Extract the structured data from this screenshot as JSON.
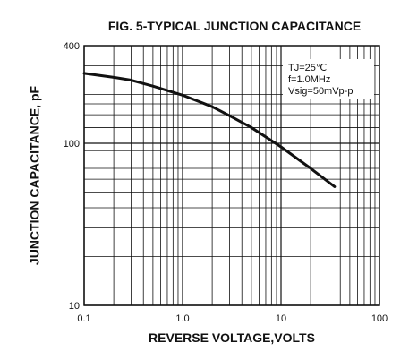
{
  "chart_data": {
    "type": "line",
    "title": "FIG. 5-TYPICAL JUNCTION CAPACITANCE",
    "xlabel": "REVERSE VOLTAGE,VOLTS",
    "ylabel": "JUNCTION CAPACITANCE, pF",
    "x_scale": "log",
    "y_scale": "log",
    "xlim": [
      0.1,
      100
    ],
    "ylim": [
      10,
      400
    ],
    "x_ticks": [
      {
        "value": 0.1,
        "label": "0.1"
      },
      {
        "value": 1,
        "label": "1.0"
      },
      {
        "value": 10,
        "label": "10"
      },
      {
        "value": 100,
        "label": "100"
      }
    ],
    "y_ticks": [
      {
        "value": 10,
        "label": "10"
      },
      {
        "value": 100,
        "label": "100"
      },
      {
        "value": 400,
        "label": "400"
      }
    ],
    "grid": true,
    "annotations": [
      "TJ=25℃",
      "f=1.0MHz",
      "Vsig=50mVp-p"
    ],
    "series": [
      {
        "x": [
          0.1,
          0.2,
          0.3,
          0.5,
          1,
          2,
          3,
          5,
          10,
          20,
          35
        ],
        "y": [
          270,
          255,
          245,
          225,
          198,
          168,
          148,
          125,
          95,
          70,
          54
        ]
      }
    ]
  }
}
